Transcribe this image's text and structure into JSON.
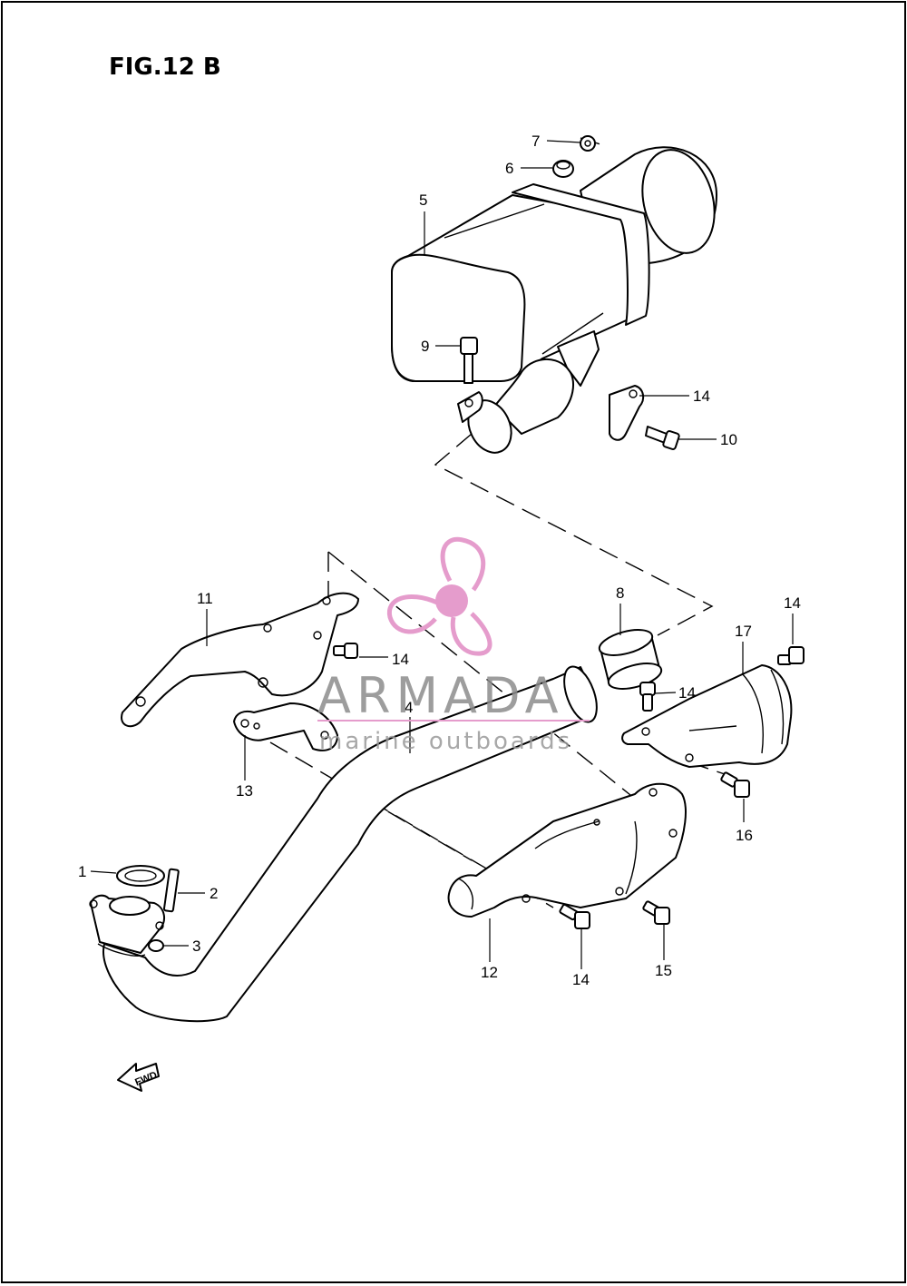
{
  "figure": {
    "title": "FIG.12 B"
  },
  "callouts": [
    {
      "id": "c1",
      "label": "1"
    },
    {
      "id": "c2",
      "label": "2"
    },
    {
      "id": "c3",
      "label": "3"
    },
    {
      "id": "c4",
      "label": "4"
    },
    {
      "id": "c5",
      "label": "5"
    },
    {
      "id": "c6",
      "label": "6"
    },
    {
      "id": "c7",
      "label": "7"
    },
    {
      "id": "c8",
      "label": "8"
    },
    {
      "id": "c9",
      "label": "9"
    },
    {
      "id": "c10",
      "label": "10"
    },
    {
      "id": "c11",
      "label": "11"
    },
    {
      "id": "c12",
      "label": "12"
    },
    {
      "id": "c13",
      "label": "13"
    },
    {
      "id": "c14a",
      "label": "14"
    },
    {
      "id": "c14b",
      "label": "14"
    },
    {
      "id": "c14c",
      "label": "14"
    },
    {
      "id": "c14d",
      "label": "14"
    },
    {
      "id": "c14e",
      "label": "14"
    },
    {
      "id": "c15",
      "label": "15"
    },
    {
      "id": "c16",
      "label": "16"
    },
    {
      "id": "c17",
      "label": "17"
    }
  ],
  "watermark": {
    "brand": "ARMADA",
    "tagline": "marine outboards",
    "logo_color": "#e59ccc",
    "text_color": "#8c8c8c"
  },
  "direction_marker": {
    "label": "FWD"
  },
  "colors": {
    "line": "#000000",
    "background": "#ffffff"
  }
}
